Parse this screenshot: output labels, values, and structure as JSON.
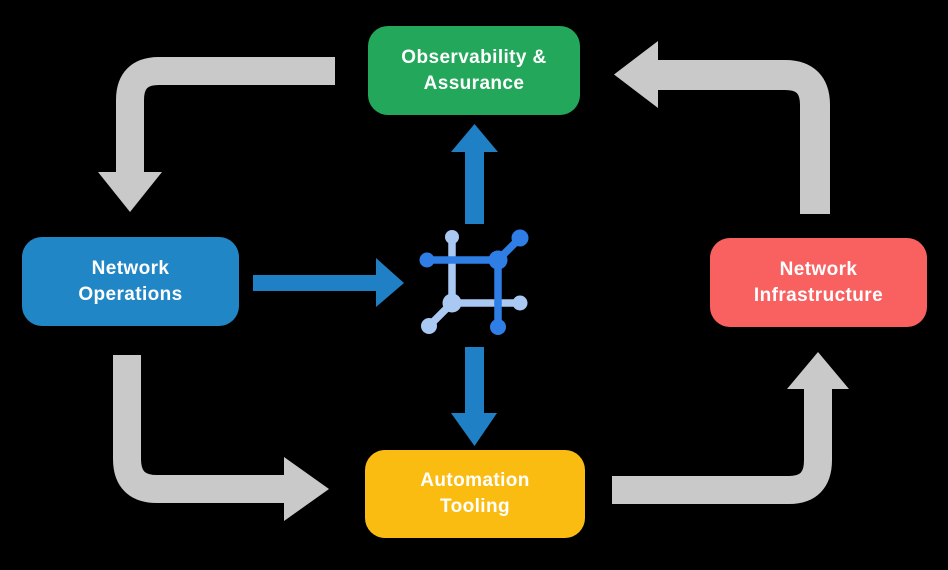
{
  "diagram": {
    "title": "Network automation lifecycle diagram",
    "background_color": "#000000",
    "boxes": {
      "observability": {
        "label": "Observability &\nAssurance",
        "color": "#23A85B",
        "text_color": "#FFFFFF"
      },
      "operations": {
        "label": "Network\nOperations",
        "color": "#2186C6",
        "text_color": "#FFFFFF"
      },
      "infrastructure": {
        "label": "Network\nInfrastructure",
        "color": "#F96161",
        "text_color": "#FFFFFF"
      },
      "automation": {
        "label": "Automation\nTooling",
        "color": "#FBBC12",
        "text_color": "#FFFFFF"
      }
    },
    "center_icon": {
      "name": "network-mesh-icon",
      "dark_blue": "#2E7EE6",
      "light_blue": "#A9C9F2"
    },
    "arrows": {
      "gray_color": "#C9C9C9",
      "blue_color": "#2080C6",
      "flows": [
        {
          "from": "Observability & Assurance",
          "to": "Network Operations",
          "style": "gray"
        },
        {
          "from": "Network Operations",
          "to": "Automation Tooling",
          "style": "gray"
        },
        {
          "from": "Automation Tooling",
          "to": "Network Infrastructure",
          "style": "gray"
        },
        {
          "from": "Network Infrastructure",
          "to": "Observability & Assurance",
          "style": "gray"
        },
        {
          "from": "Network Operations",
          "to": "center-icon",
          "style": "blue"
        },
        {
          "from": "center-icon",
          "to": "Observability & Assurance",
          "style": "blue"
        },
        {
          "from": "center-icon",
          "to": "Automation Tooling",
          "style": "blue"
        }
      ]
    }
  }
}
